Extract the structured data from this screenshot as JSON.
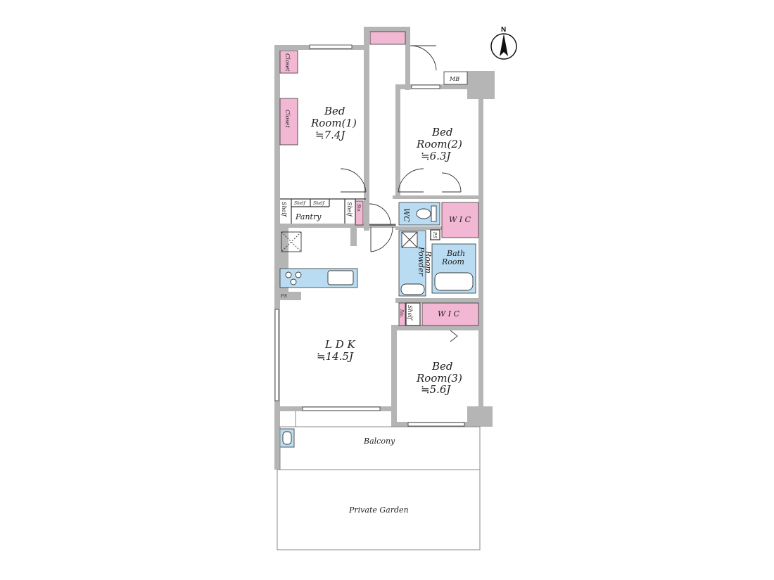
{
  "colors": {
    "wall": "#b5b5b5",
    "storage": "#f2b8d3",
    "wet": "#b9dcf2",
    "line": "#333333",
    "floor": "#ffffff"
  },
  "north": {
    "label": "N"
  },
  "rooms": {
    "bedroom1": {
      "name_line1": "Bed",
      "name_line2": "Room(1)",
      "size": "≒7.4J"
    },
    "bedroom2": {
      "name_line1": "Bed",
      "name_line2": "Room(2)",
      "size": "≒6.3J"
    },
    "bedroom3": {
      "name_line1": "Bed",
      "name_line2": "Room(3)",
      "size": "≒5.6J"
    },
    "ldk": {
      "name": "L D K",
      "size": "≒14.5J"
    },
    "bath": {
      "name_line1": "Bath",
      "name_line2": "Room"
    },
    "powder": {
      "name_line1": "Powder",
      "name_line2": "Room"
    },
    "wc": {
      "name": "WC"
    },
    "pantry": {
      "name": "Pantry"
    },
    "balcony": {
      "name": "Balcony"
    },
    "garden": {
      "name": "Private Garden"
    }
  },
  "storage": {
    "closet_top": "Closet",
    "closet_bottom": "Closet",
    "wic_upper": "W I C",
    "wic_lower": "W I C",
    "mb": "MB",
    "ps_kitchen": "P.S",
    "ps_bath": "P.S",
    "shelf": "Shelf",
    "sto": "Sto."
  }
}
